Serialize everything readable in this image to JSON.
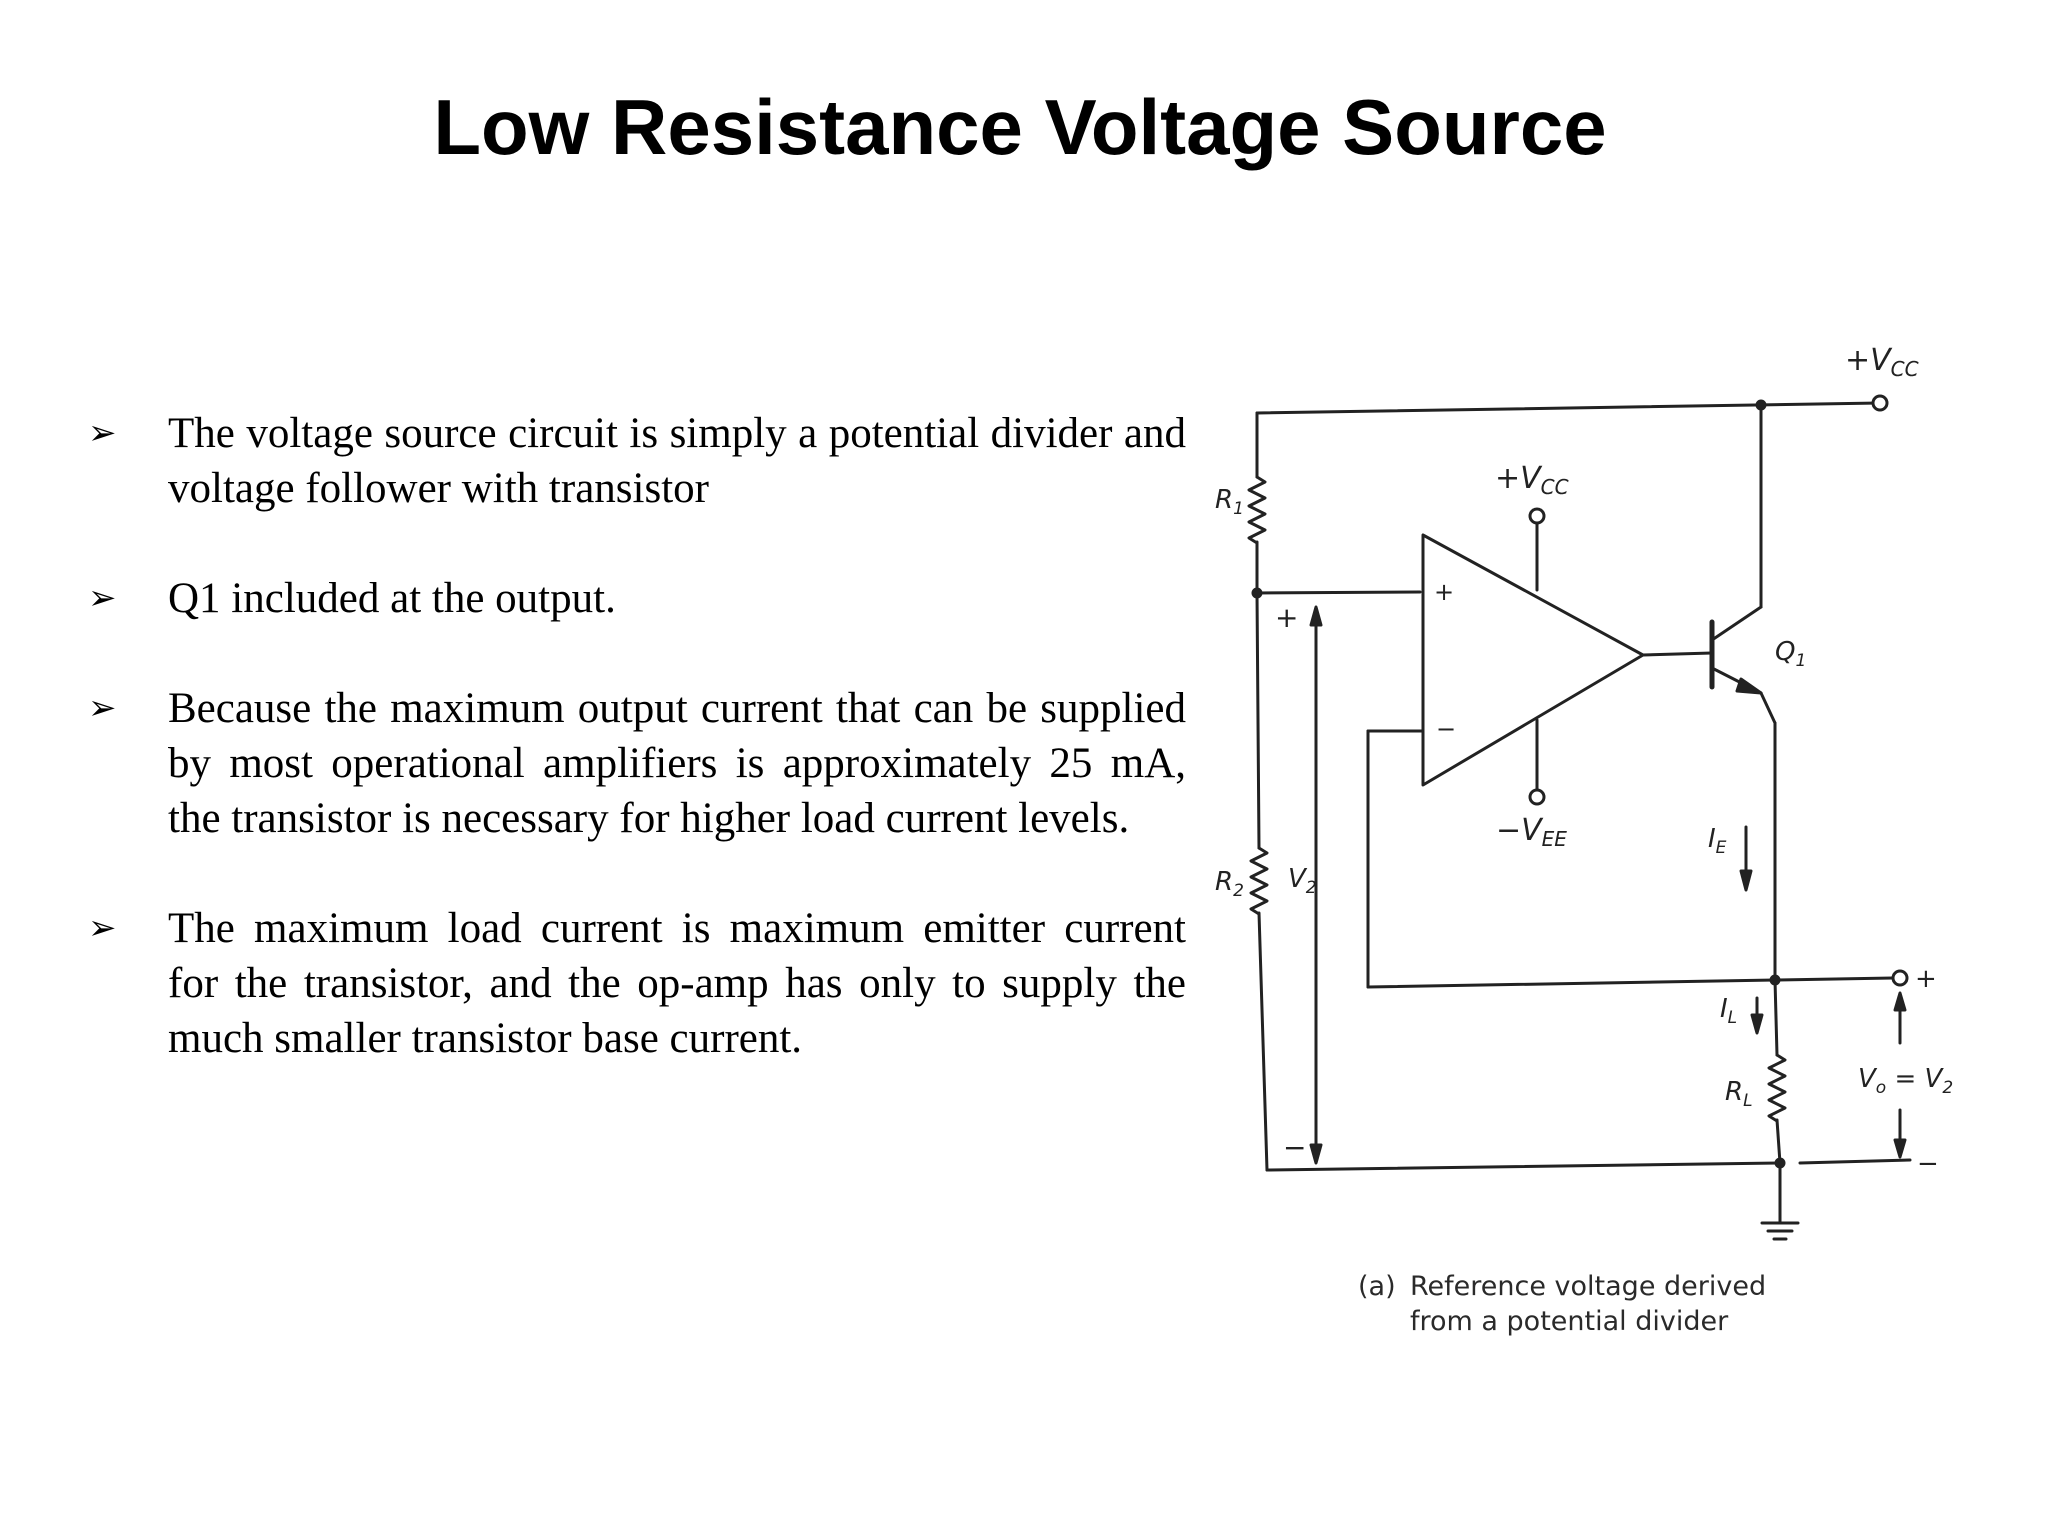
{
  "slide": {
    "title": "Low Resistance Voltage Source"
  },
  "bullets": [
    {
      "text": "The voltage source circuit is simply a potential divider and voltage follower with transistor"
    },
    {
      "text": "Q1 included at the output."
    },
    {
      "text": "Because the maximum output current that can be supplied by most operational amplifiers is approximately 25 mA, the transistor is necessary for higher load current levels."
    },
    {
      "text": "The maximum load current is maximum emitter current for the transistor, and the op-amp has only to supply the much smaller transistor base current."
    }
  ],
  "bullet_glyph": "➢",
  "diagram": {
    "labels": {
      "vcc_top": "+V",
      "vcc_top_sub": "CC",
      "vcc_opamp": "+V",
      "vcc_opamp_sub": "CC",
      "vee": "−V",
      "vee_sub": "EE",
      "r1": "R",
      "r1_sub": "1",
      "r2": "R",
      "r2_sub": "2",
      "rl": "R",
      "rl_sub": "L",
      "v2": "V",
      "v2_sub": "2",
      "q1": "Q",
      "q1_sub": "1",
      "ie": "I",
      "ie_sub": "E",
      "il": "I",
      "il_sub": "L",
      "vo": "V",
      "vo_sub": "o",
      "vo_eq": " = V",
      "vo_eq_sub": "2",
      "plus_noninv": "+",
      "minus_inv": "−",
      "v2_plus": "+",
      "v2_minus": "−",
      "out_plus": "+",
      "out_minus": "−"
    },
    "caption": {
      "tag": "(a)",
      "line1": "Reference voltage derived",
      "line2": "from a potential divider"
    }
  }
}
